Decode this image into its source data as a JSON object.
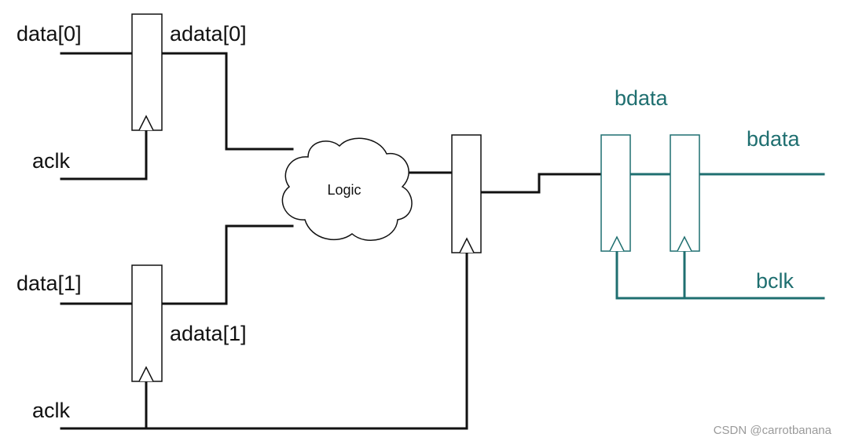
{
  "colors": {
    "black_wire": "#111111",
    "teal_wire": "#1f6f70",
    "teal_text": "#1f6f70"
  },
  "labels": {
    "data0": "data[0]",
    "adata0": "adata[0]",
    "aclk_top": "aclk",
    "data1": "data[1]",
    "adata1": "adata[1]",
    "aclk_bottom": "aclk",
    "logic": "Logic",
    "bdata_top": "bdata",
    "bdata_right": "bdata",
    "bclk": "bclk"
  },
  "watermark": "CSDN @carrotbanana"
}
